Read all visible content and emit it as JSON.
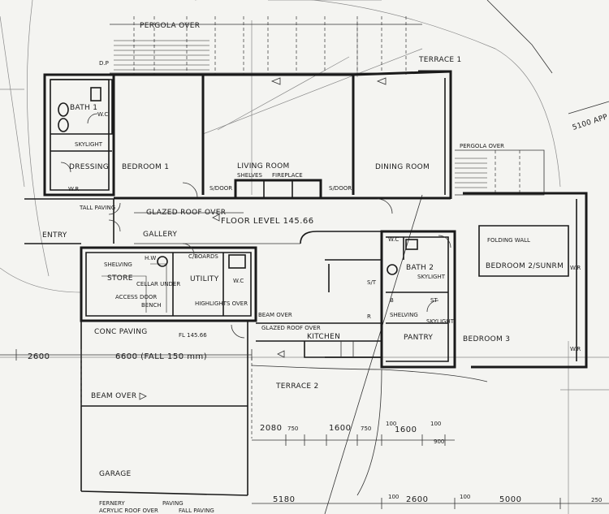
{
  "rooms": {
    "pergola_top": "PERGOLA OVER",
    "terrace_1": "TERRACE 1",
    "dp": "D.P",
    "bath_1": "BATH 1",
    "wc_1": "W.C",
    "skylight_1": "SKYLIGHT",
    "dressing": "DRESSING",
    "bedroom_1": "BEDROOM 1",
    "wr_1": "W.R",
    "living_room": "LIVING ROOM",
    "shelves": "SHELVES",
    "fireplace": "FIREPLACE",
    "sdoor_1": "S/DOOR",
    "sdoor_2": "S/DOOR",
    "dining_room": "DINING ROOM",
    "pergola_right": "PERGOLA OVER",
    "glazed_roof_1": "GLAZED ROOF OVER",
    "floor_level": "FLOOR LEVEL 145.66",
    "tall_paving": "TALL PAVING",
    "entry": "ENTRY",
    "gallery": "GALLERY",
    "hw": "H.W",
    "cupboards": "C/BOARDS",
    "shelving_1": "SHELVING",
    "store": "STORE",
    "cellar": "CELLAR UNDER",
    "access_door": "ACCESS DOOR",
    "bench": "BENCH",
    "utility": "UTILITY",
    "wc_2": "W.C",
    "highlights": "HIGHLIGHTS OVER",
    "conc_paving": "CONC PAVING",
    "fl_level": "FL 145.66",
    "beam_over_1": "BEAM OVER",
    "glazed_roof_2": "GLAZED ROOF OVER",
    "kitchen": "KITCHEN",
    "wc_3": "W.C",
    "bath_2": "BATH 2",
    "skylight_2": "SKYLIGHT",
    "folding_wall": "FOLDING WALL",
    "bedroom_2": "BEDROOM 2/SUNRM",
    "shelving_2": "SHELVING",
    "pantry": "PANTRY",
    "skylight_3": "SKYLIGHT",
    "bedroom_3": "BEDROOM 3",
    "wr_2": "W.R",
    "wr_3": "W.R",
    "terrace_2": "TERRACE 2",
    "beam_over_2": "BEAM OVER",
    "garage": "GARAGE",
    "fernery": "FERNERY",
    "acrylic": "ACRYLIC ROOF OVER",
    "paving_bottom": "PAVING",
    "fall_paving": "FALL PAVING",
    "st_1": "S/T",
    "st_2": "ST",
    "b_mark": "B",
    "r_mark": "R",
    "dim_5100": "5100 APP"
  },
  "dimensions": {
    "d2600a": "2600",
    "d6600": "6600 (FALL 150 mm)",
    "d2080": "2080",
    "d750a": "750",
    "d1600a": "1600",
    "d750b": "750",
    "d100a": "100",
    "d1600b": "1600",
    "d100b": "100",
    "d900": "900",
    "d5180": "5180",
    "d100c": "100",
    "d2600b": "2600",
    "d100d": "100",
    "d5000": "5000",
    "d250": "250"
  }
}
